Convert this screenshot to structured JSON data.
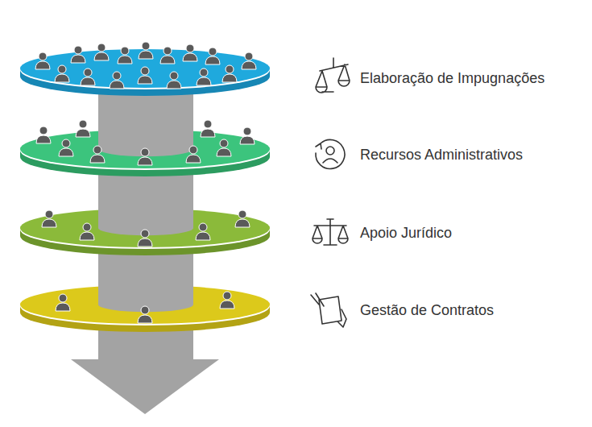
{
  "diagram": {
    "labels": [
      "Elaboração de Impugnações",
      "Recursos Administrativos",
      "Apoio Jurídico",
      "Gestão de Contratos"
    ]
  }
}
